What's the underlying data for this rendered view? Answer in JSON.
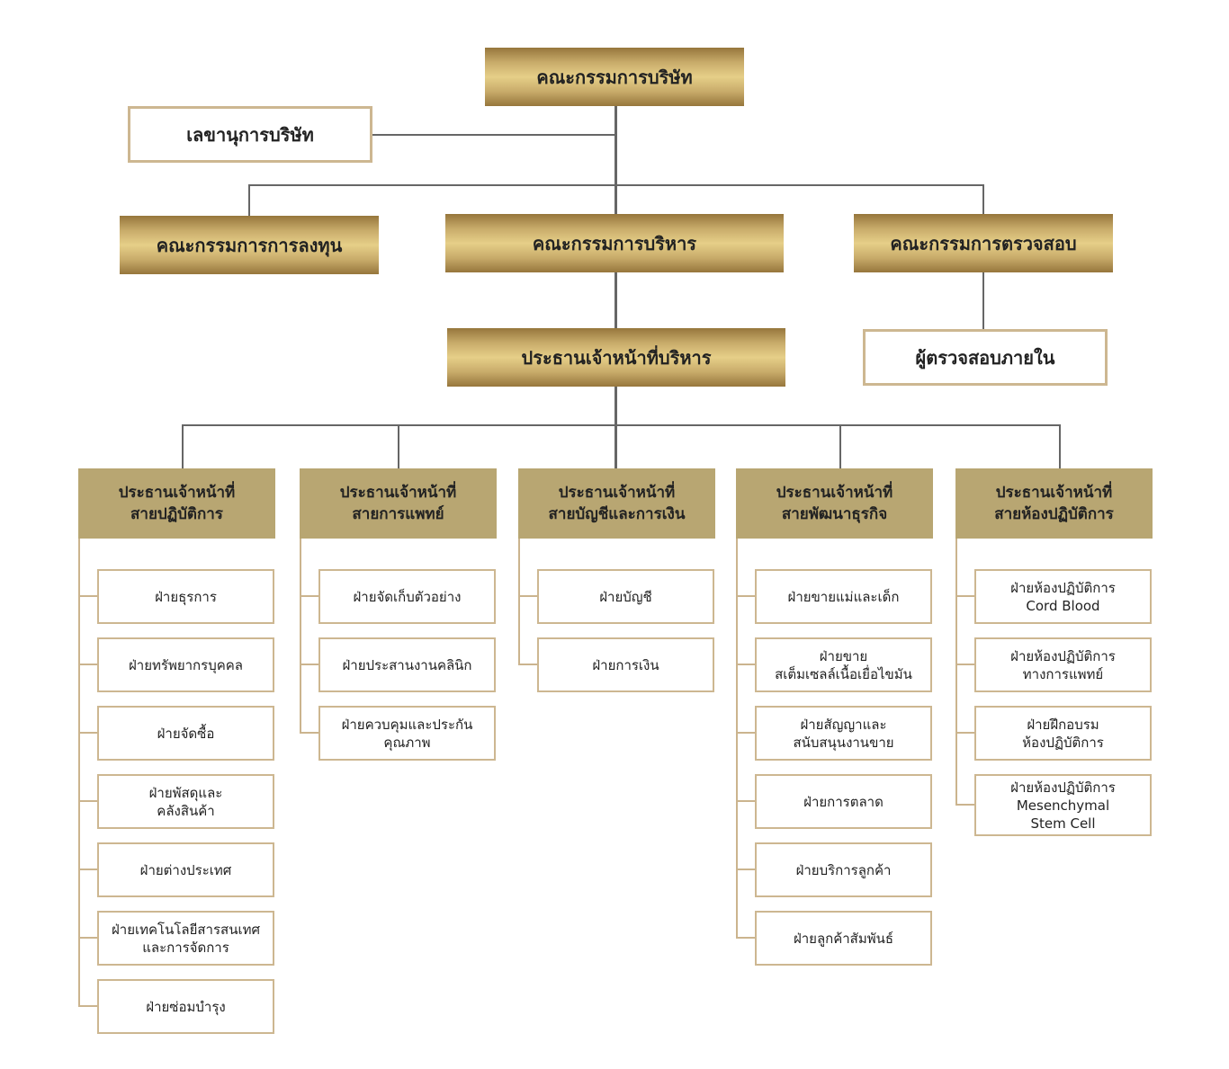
{
  "board": "คณะกรรมการบริษัท",
  "secretary": "เลขานุการบริษัท",
  "committees": {
    "investment": "คณะกรรมการการลงทุน",
    "executive": "คณะกรรมการบริหาร",
    "audit": "คณะกรรมการตรวจสอบ"
  },
  "internal_audit": "ผู้ตรวจสอบภายใน",
  "ceo": "ประธานเจ้าหน้าที่บริหาร",
  "colors": {
    "gold_light": "#e6cf88",
    "gold_dark": "#96763c",
    "header": "#b8a672",
    "border": "#cdb791",
    "line": "#666666"
  },
  "columns": [
    {
      "title": "ประธานเจ้าหน้าที่\nสายปฏิบัติการ",
      "departments": [
        "ฝ่ายธุรการ",
        "ฝ่ายทรัพยากรบุคคล",
        "ฝ่ายจัดซื้อ",
        "ฝ่ายพัสดุและ\nคลังสินค้า",
        "ฝ่ายต่างประเทศ",
        "ฝ่ายเทคโนโลยีสารสนเทศ\nและการจัดการ",
        "ฝ่ายซ่อมบำรุง"
      ]
    },
    {
      "title": "ประธานเจ้าหน้าที่\nสายการแพทย์",
      "departments": [
        "ฝ่ายจัดเก็บตัวอย่าง",
        "ฝ่ายประสานงานคลินิก",
        "ฝ่ายควบคุมและประกัน\nคุณภาพ"
      ]
    },
    {
      "title": "ประธานเจ้าหน้าที่\nสายบัญชีและการเงิน",
      "departments": [
        "ฝ่ายบัญชี",
        "ฝ่ายการเงิน"
      ]
    },
    {
      "title": "ประธานเจ้าหน้าที่\nสายพัฒนาธุรกิจ",
      "departments": [
        "ฝ่ายขายแม่และเด็ก",
        "ฝ่ายขาย\nสเต็มเซลล์เนื้อเยื่อไขมัน",
        "ฝ่ายสัญญาและ\nสนับสนุนงานขาย",
        "ฝ่ายการตลาด",
        "ฝ่ายบริการลูกค้า",
        "ฝ่ายลูกค้าสัมพันธ์"
      ]
    },
    {
      "title": "ประธานเจ้าหน้าที่\nสายห้องปฏิบัติการ",
      "departments": [
        "ฝ่ายห้องปฏิบัติการ\nCord Blood",
        "ฝ่ายห้องปฏิบัติการ\nทางการแพทย์",
        "ฝ่ายฝึกอบรม\nห้องปฏิบัติการ",
        "ฝ่ายห้องปฏิบัติการ\nMesenchymal\nStem Cell"
      ]
    }
  ]
}
